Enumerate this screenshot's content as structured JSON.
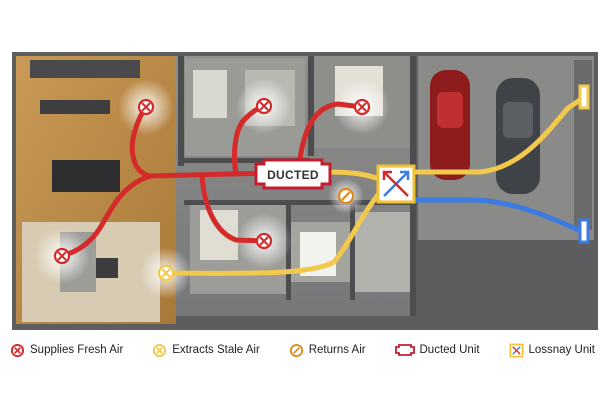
{
  "diagram": {
    "ducted_unit_label": "DUCTED",
    "colors": {
      "fresh_air": "#d42a2a",
      "stale_air": "#f2c94c",
      "return_air": "#e08a1e",
      "ducted_unit": "#c41e2e",
      "lossnay_unit": "#f2c230",
      "outside_air": "#3c7be0"
    },
    "elements": {
      "fresh_air_outlets": 5,
      "stale_air_extracts": 1,
      "return_air_grilles": 1
    }
  },
  "legend": {
    "items": [
      {
        "label": "Supplies Fresh Air",
        "icon": "fresh-air-icon"
      },
      {
        "label": "Extracts Stale Air",
        "icon": "stale-air-icon"
      },
      {
        "label": "Returns Air",
        "icon": "return-air-icon"
      },
      {
        "label": "Ducted Unit",
        "icon": "ducted-unit-icon"
      },
      {
        "label": "Lossnay Unit",
        "icon": "lossnay-unit-icon"
      }
    ]
  }
}
